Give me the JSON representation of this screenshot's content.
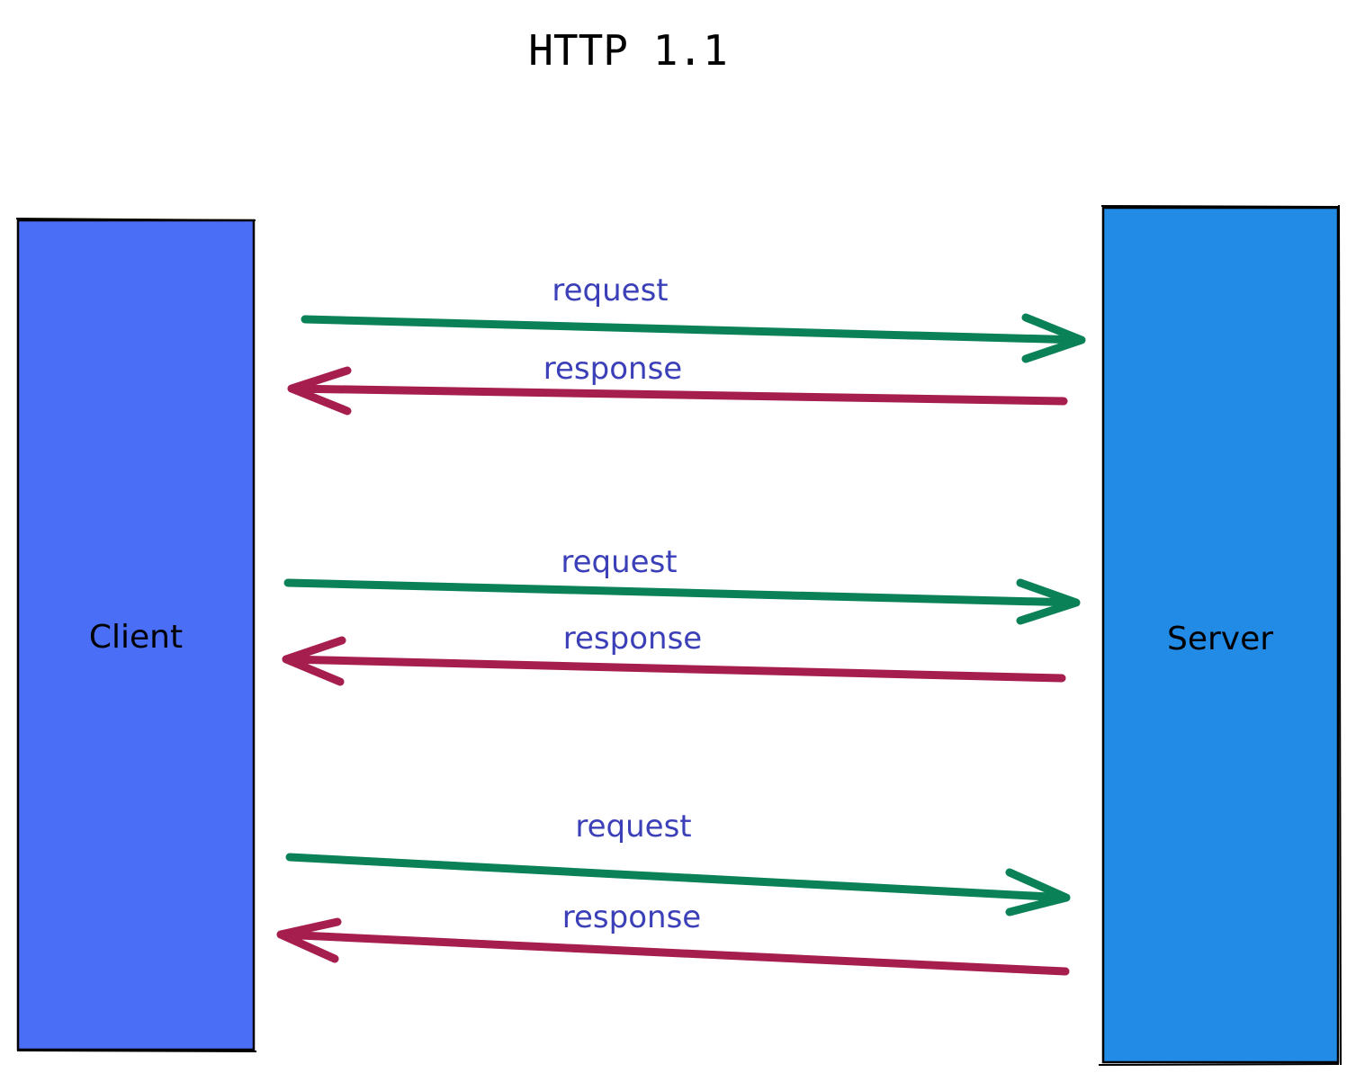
{
  "title": "HTTP 1.1",
  "colors": {
    "client_fill": "#4a6ef5",
    "server_fill": "#228be6",
    "request_arrow": "#0b8158",
    "response_arrow": "#a61e4d",
    "label_text": "#3b3fb8",
    "outline": "#000000"
  },
  "client": {
    "label": "Client"
  },
  "server": {
    "label": "Server"
  },
  "exchanges": [
    {
      "request_label": "request",
      "response_label": "response"
    },
    {
      "request_label": "request",
      "response_label": "response"
    },
    {
      "request_label": "request",
      "response_label": "response"
    }
  ]
}
